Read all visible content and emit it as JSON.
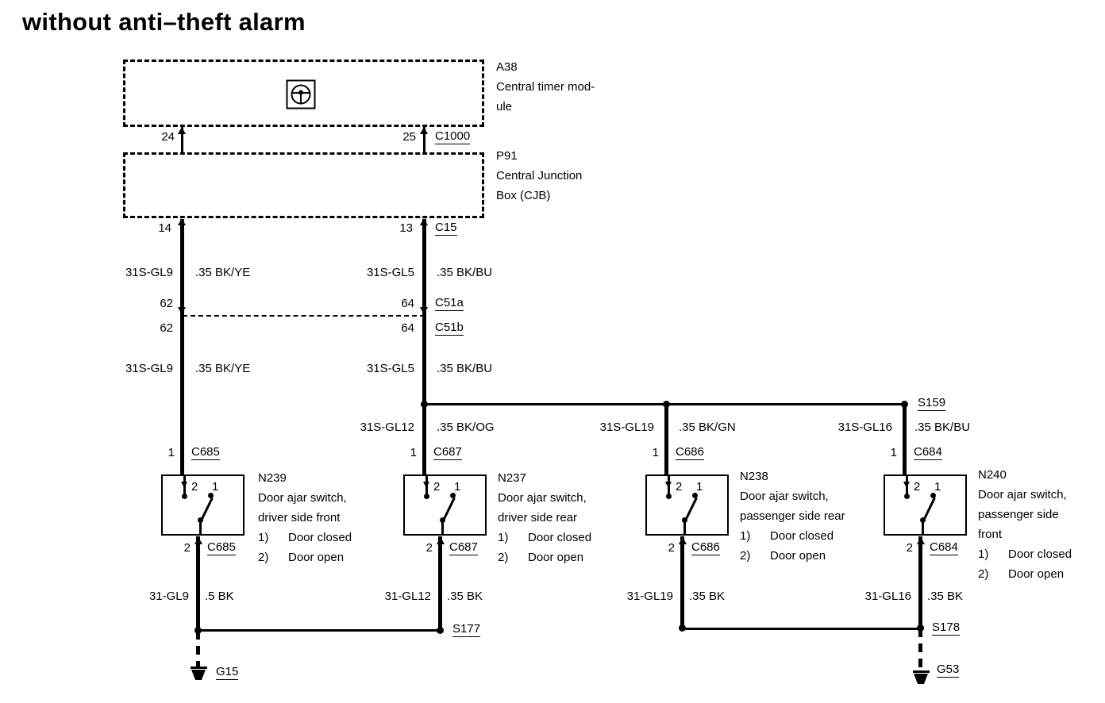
{
  "colors": {
    "ink": "#000000",
    "paper": "#ffffff"
  },
  "title": "without anti–theft alarm",
  "modules": {
    "a38": {
      "id": "A38",
      "desc1": "Central timer mod-",
      "desc2": "ule"
    },
    "p91": {
      "id": "P91",
      "desc1": "Central Junction",
      "desc2": "Box (CJB)"
    }
  },
  "connectors": {
    "c1000": {
      "pin_left": "24",
      "pin_right": "25",
      "label": "C1000"
    },
    "c15": {
      "pin_left": "14",
      "pin_right": "13",
      "label": "C15"
    },
    "c51a": {
      "pin_left": "62",
      "pin_right": "64",
      "label": "C51a"
    },
    "c51b": {
      "pin_left": "62",
      "pin_right": "64",
      "label": "C51b"
    }
  },
  "wires": {
    "upper_left": {
      "circuit": "31S-GL9",
      "spec": ".35 BK/YE"
    },
    "upper_right": {
      "circuit": "31S-GL5",
      "spec": ".35 BK/BU"
    },
    "mid_left": {
      "circuit": "31S-GL9",
      "spec": ".35 BK/YE"
    },
    "mid_right": {
      "circuit": "31S-GL5",
      "spec": ".35 BK/BU"
    },
    "branch_2": {
      "circuit": "31S-GL12",
      "spec": ".35 BK/OG"
    },
    "branch_3": {
      "circuit": "31S-GL19",
      "spec": ".35 BK/GN"
    },
    "branch_4": {
      "circuit": "31S-GL16",
      "spec": ".35 BK/BU"
    }
  },
  "splices": {
    "s159": "S159",
    "s177": "S177",
    "s178": "S178"
  },
  "grounds": {
    "g15": "G15",
    "g53": "G53"
  },
  "switches": [
    {
      "id": "N239",
      "desc1": "Door ajar switch,",
      "desc2": "driver side front",
      "top_pin": "1",
      "top_conn": "C685",
      "bottom_pin": "2",
      "bottom_conn": "C685",
      "contact_left": "2",
      "contact_right": "1",
      "legend": [
        {
          "num": "1)",
          "text": "Door closed"
        },
        {
          "num": "2)",
          "text": "Door open"
        }
      ],
      "wire": {
        "circuit": "31-GL9",
        "spec": ".5 BK"
      }
    },
    {
      "id": "N237",
      "desc1": "Door ajar switch,",
      "desc2": "driver side rear",
      "top_pin": "1",
      "top_conn": "C687",
      "bottom_pin": "2",
      "bottom_conn": "C687",
      "contact_left": "2",
      "contact_right": "1",
      "legend": [
        {
          "num": "1)",
          "text": "Door closed"
        },
        {
          "num": "2)",
          "text": "Door open"
        }
      ],
      "wire": {
        "circuit": "31-GL12",
        "spec": ".35 BK"
      }
    },
    {
      "id": "N238",
      "desc1": "Door ajar switch,",
      "desc2": "passenger side rear",
      "top_pin": "1",
      "top_conn": "C686",
      "bottom_pin": "2",
      "bottom_conn": "C686",
      "contact_left": "2",
      "contact_right": "1",
      "legend": [
        {
          "num": "1)",
          "text": "Door closed"
        },
        {
          "num": "2)",
          "text": "Door open"
        }
      ],
      "wire": {
        "circuit": "31-GL19",
        "spec": ".35 BK"
      }
    },
    {
      "id": "N240",
      "desc1": "Door ajar switch,",
      "desc2": "passenger side",
      "desc3": "front",
      "top_pin": "1",
      "top_conn": "C684",
      "bottom_pin": "2",
      "bottom_conn": "C684",
      "contact_left": "2",
      "contact_right": "1",
      "legend": [
        {
          "num": "1)",
          "text": "Door closed"
        },
        {
          "num": "2)",
          "text": "Door open"
        }
      ],
      "wire": {
        "circuit": "31-GL16",
        "spec": ".35 BK"
      }
    }
  ]
}
